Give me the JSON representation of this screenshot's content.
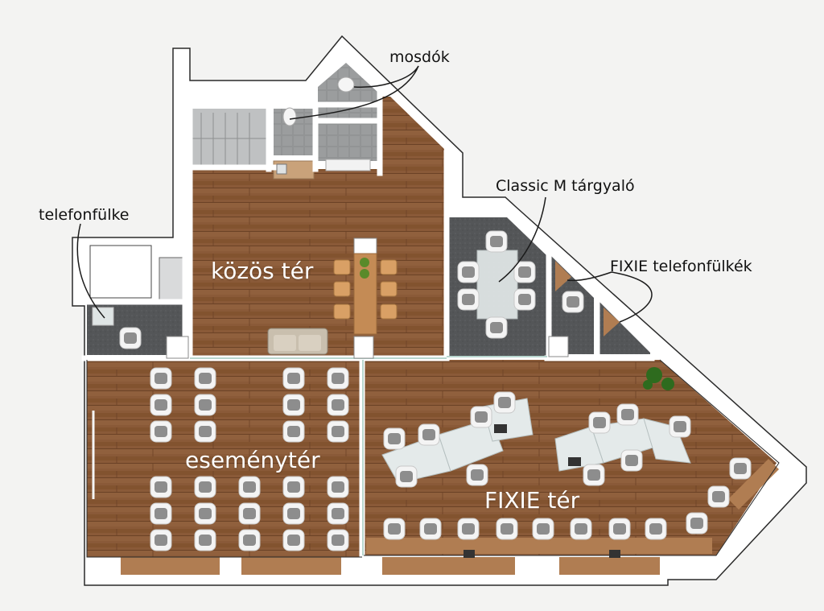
{
  "rooms": {
    "kozos_ter": "közös tér",
    "esemenyter": "eseménytér",
    "fixie_ter": "FIXIE tér"
  },
  "callouts": {
    "mosdok": "mosdók",
    "classic_m": "Classic M tárgyaló",
    "telefonfulke": "telefonfülke",
    "fixie_fulkek": "FIXIE telefonfülkék"
  },
  "colors": {
    "wood": "#8a5a38",
    "carpet": "#55575a",
    "tile": "#9a9c9d",
    "wall": "#ffffff",
    "outline": "#222222",
    "label": "#ffffff"
  }
}
